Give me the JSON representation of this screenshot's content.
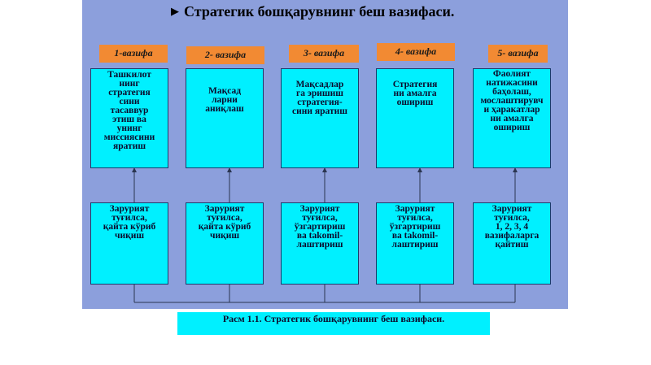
{
  "title": "Стратегик бошқарувнинг беш  вазифаси.",
  "tasks": [
    {
      "label": "1-вазифа",
      "top_text": "Ташкилот\nнинг\nстратегия\nсини\nтасаввур\nэтиш ва\nунинг\nмиссиясини\nяратиш",
      "bottom_text": "Зарурият\nтуғилса,\nқайта кўриб\nчиқиш"
    },
    {
      "label": "2- вазифа",
      "top_text": "Мақсад\nларни\nаниқлаш",
      "bottom_text": "Зарурият\nтуғилса,\nқайта кўриб\nчиқиш"
    },
    {
      "label": "3- вазифа",
      "top_text": "Мақсадлар\nга эришиш\nстратегия-\nсини яратиш",
      "bottom_text": "Зарурият\nтуғилса,\nўзгартириш\nва takomil-\nлаштириш"
    },
    {
      "label": "4- вазифа",
      "top_text": "Стратегия\nни амалга\nошириш",
      "bottom_text": "Зарурият\nтуғилса,\nўзгартириш\nва takomil-\nлаштириш"
    },
    {
      "label": "5- вазифа",
      "top_text": "Фаолият\nнатижасини\nбаҳолаш,\nмослаштирувч\nи ҳаракатлар\nни амалга\nошириш",
      "bottom_text": "Зарурият\nтуғилса,\n1, 2, 3, 4\nвазифаларга\nқайтиш"
    }
  ],
  "caption": "Расм 1.1. Стратегик бошқарувнинг беш  вазифаси.",
  "colors": {
    "background": "#8c9fdc",
    "tab": "#f28a33",
    "box": "#00f0ff",
    "line": "#2a3550"
  }
}
